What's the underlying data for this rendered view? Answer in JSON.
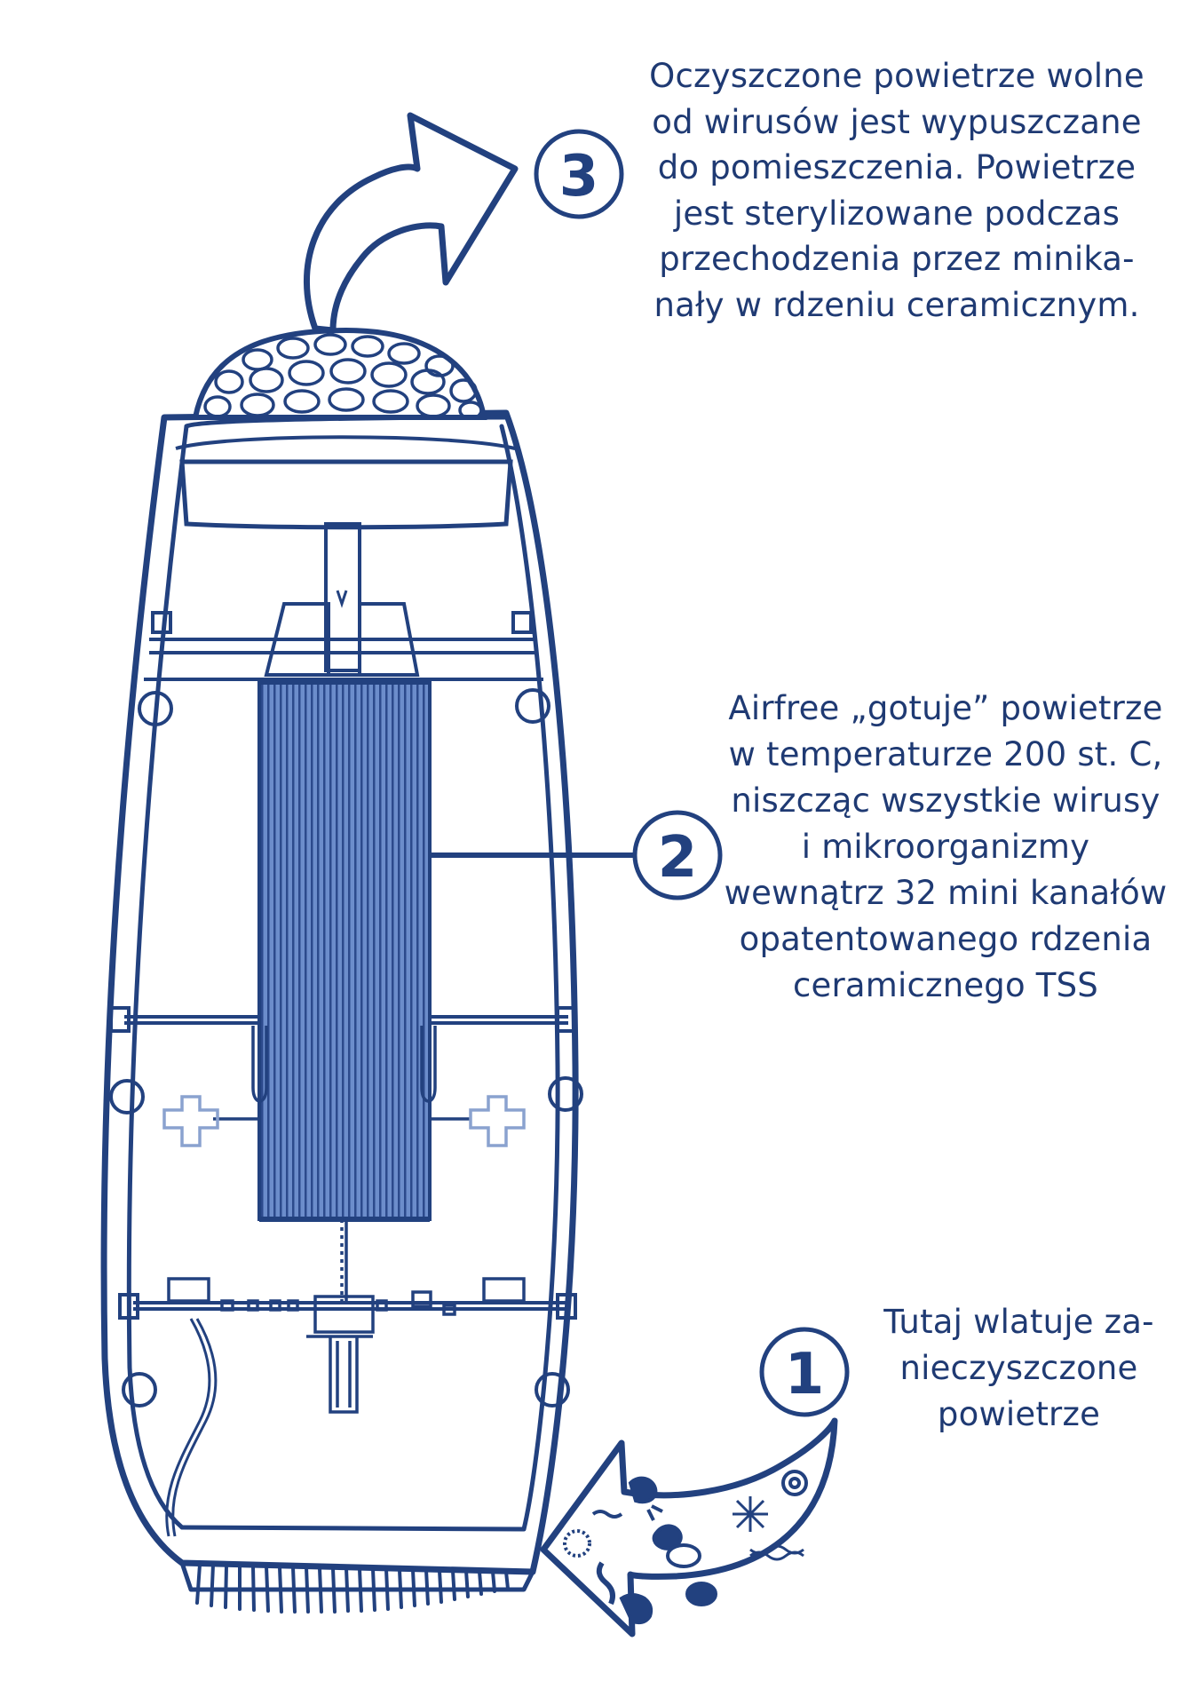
{
  "steps": [
    {
      "number": "1",
      "lines": [
        "Tutaj wlatuje za-",
        "nieczyszczone",
        "powietrze"
      ]
    },
    {
      "number": "2",
      "lines": [
        "Airfree „gotuje” powietrze",
        "w temperaturze 200 st. C,",
        "niszcząc wszystkie wirusy",
        "i mikroorganizmy",
        "wewnątrz 32 mini kanałów",
        "opatentowanego rdzenia",
        "ceramicznego TSS"
      ]
    },
    {
      "number": "3",
      "lines": [
        "Oczyszczone powietrze wolne",
        "od wirusów jest wypuszczane",
        "do pomieszczenia. Powietrze",
        "jest sterylizowane podczas",
        "przechodzenia przez minika-",
        "nały w rdzeniu ceramicznym."
      ]
    }
  ],
  "colors": {
    "outline": "#22417f",
    "core_fill": "#5b7fc0",
    "text": "#1f3a73"
  }
}
